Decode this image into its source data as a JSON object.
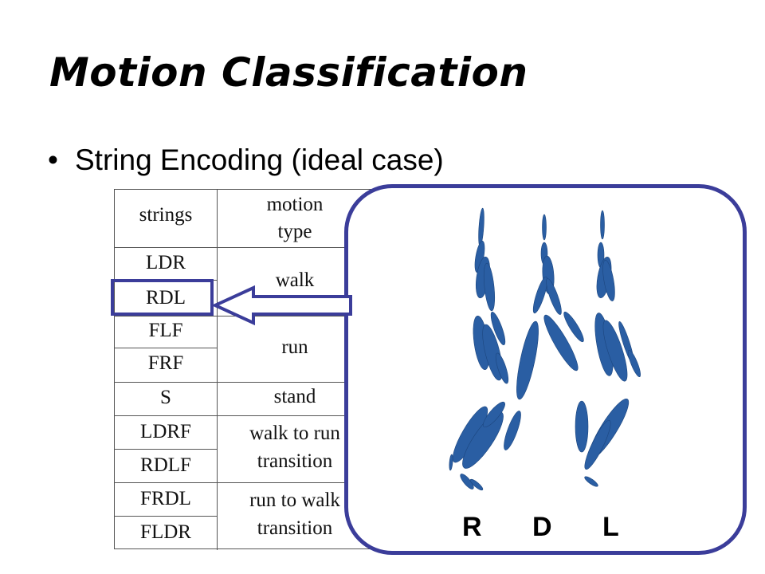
{
  "slide": {
    "title": "Motion Classification",
    "bullet": "String Encoding (ideal case)"
  },
  "table": {
    "headers": [
      "strings",
      "motion\ntype"
    ],
    "strings": [
      "LDR",
      "RDL",
      "FLF",
      "FRF",
      "S",
      "LDRF",
      "RDLF",
      "FRDL",
      "FLDR"
    ],
    "motion_types": [
      "walk",
      "run",
      "stand",
      "walk to run\ntransition",
      "run to walk\ntransition"
    ]
  },
  "gait_panel": {
    "labels": [
      "R",
      "D",
      "L"
    ]
  },
  "colors": {
    "panel_border": "#3b3d9a",
    "figure_blue": "#2a5ea3"
  }
}
